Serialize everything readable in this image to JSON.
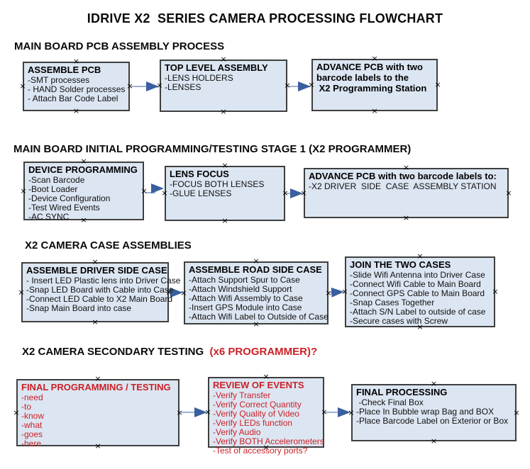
{
  "title": "IDRIVE X2  SERIES CAMERA PROCESSING FLOWCHART",
  "colors": {
    "box_fill": "#dce6f2",
    "box_border": "#3f3f3f",
    "red_text": "#cb2026",
    "arrow_line": "#9db0d3",
    "arrow_head": "#3a5fa0",
    "handle": "#000000"
  },
  "handle_glyph": "×",
  "sections": [
    {
      "heading": "MAIN BOARD PCB ASSEMBLY PROCESS",
      "boxes": [
        {
          "title": "ASSEMBLE PCB",
          "items": [
            "-SMT processes",
            "- HAND Solder processes",
            "- Attach Bar Code Label"
          ]
        },
        {
          "title": "TOP LEVEL ASSEMBLY",
          "items": [
            "-LENS HOLDERS",
            "-LENSES"
          ]
        },
        {
          "title_lines": [
            "ADVANCE PCB with two",
            "barcode labels to the",
            " X2 Programming Station"
          ],
          "items": []
        }
      ]
    },
    {
      "heading": "MAIN BOARD INITIAL PROGRAMMING/TESTING STAGE 1 (X2 PROGRAMMER)",
      "boxes": [
        {
          "title": "DEVICE PROGRAMMING",
          "items": [
            "-Scan Barcode",
            "-Boot Loader",
            "-Device Configuration",
            "-Test Wired Events",
            "-AC SYNC"
          ]
        },
        {
          "title": "LENS FOCUS",
          "items": [
            "-FOCUS BOTH LENSES",
            "-GLUE LENSES"
          ]
        },
        {
          "title": "ADVANCE PCB with two barcode labels to:",
          "items": [
            "-X2 DRIVER  SIDE  CASE  ASSEMBLY STATION"
          ]
        }
      ]
    },
    {
      "heading": "X2 CAMERA CASE ASSEMBLIES",
      "boxes": [
        {
          "title": "ASSEMBLE DRIVER SIDE CASE",
          "items": [
            "- Insert LED Plastic lens into Driver Case",
            "-Snap LED Board with Cable into Case",
            "-Connect LED Cable to X2 Main Board",
            "-Snap Main Board into case"
          ]
        },
        {
          "title": "ASSEMBLE ROAD SIDE CASE",
          "items": [
            "-Attach Support Spur to Case",
            "-Attach Windshield Support",
            "-Attach Wifi Assembly to Case",
            "-Insert GPS Module into Case",
            "-Attach Wifi Label to Outside of Case"
          ]
        },
        {
          "title": "JOIN THE TWO CASES",
          "items": [
            "-Slide Wifi Antenna into Driver Case",
            "-Connect Wifi Cable to Main Board",
            "-Connect GPS Cable to Main Board",
            "-Snap Cases Together",
            "-Attach S/N Label to outside of case",
            "-Secure cases with Screw"
          ]
        }
      ]
    },
    {
      "heading": "X2 CAMERA SECONDARY TESTING  ",
      "heading_suffix": "(x6 PROGRAMMER)?",
      "boxes": [
        {
          "title": "FINAL PROGRAMMING / TESTING",
          "color": "red",
          "items": [
            "-need",
            "-to",
            "-know",
            "-what",
            "-goes",
            "-here"
          ]
        },
        {
          "title": "REVIEW OF EVENTS",
          "color": "red",
          "items": [
            "-Verify Transfer",
            "-Verify Correct Quantity",
            "-Verify Quality of Video",
            "-Verify LEDs function",
            "-Verify Audio",
            "-Verify BOTH Accelerometers",
            "-Test of accessory ports?"
          ]
        },
        {
          "title": "FINAL PROCESSING",
          "items": [
            " -Check Final Box",
            "-Place In Bubble wrap Bag and BOX",
            "-Place Barcode Label on Exterior or Box"
          ]
        }
      ]
    }
  ]
}
